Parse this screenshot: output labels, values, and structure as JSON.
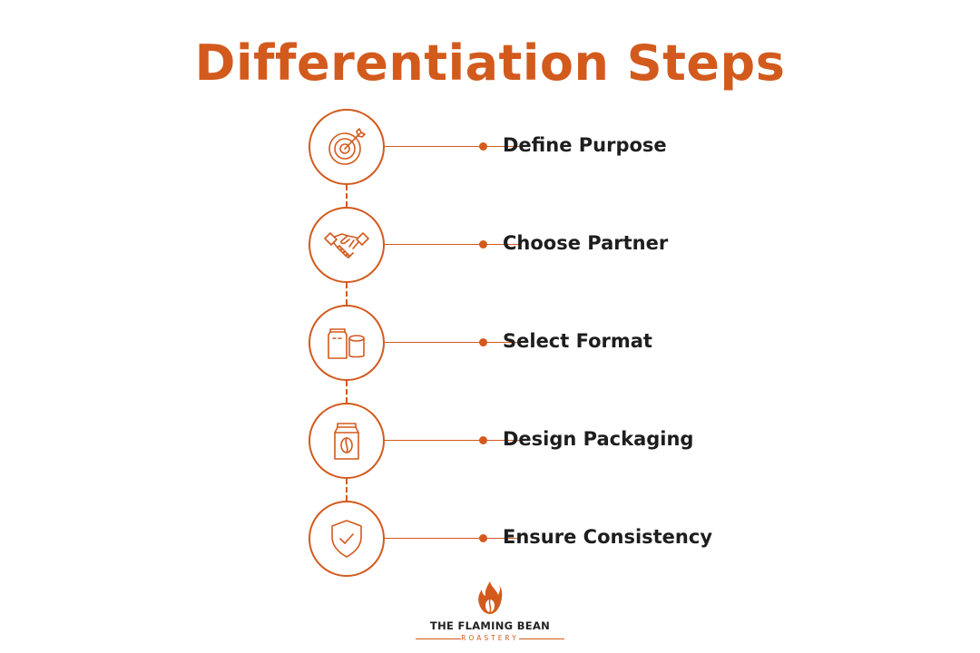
{
  "title": "Differentiation Steps",
  "accent_color": "#d35a1d",
  "steps": [
    {
      "label": "Define Purpose",
      "icon": "target-icon"
    },
    {
      "label": "Choose Partner",
      "icon": "handshake-icon"
    },
    {
      "label": "Select Format",
      "icon": "packaging-formats-icon"
    },
    {
      "label": "Design Packaging",
      "icon": "coffee-bag-icon"
    },
    {
      "label": "Ensure Consistency",
      "icon": "shield-check-icon"
    }
  ],
  "logo": {
    "name": "THE FLAMING BEAN",
    "sub": "ROASTERY",
    "icon": "flame-icon"
  }
}
